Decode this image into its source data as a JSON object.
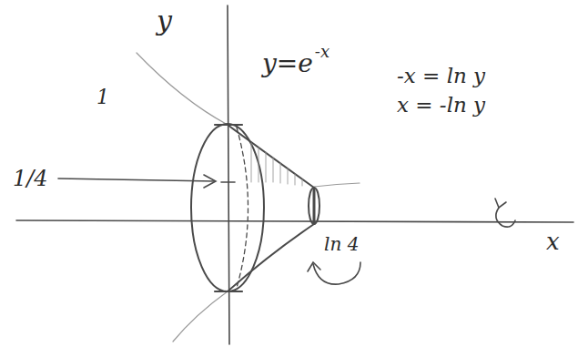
{
  "diagram": {
    "labels": [
      "y",
      "1",
      "y=e",
      "-x",
      "-x = ln y",
      "x = -ln y",
      "1/4",
      "ln 4",
      "x"
    ]
  }
}
